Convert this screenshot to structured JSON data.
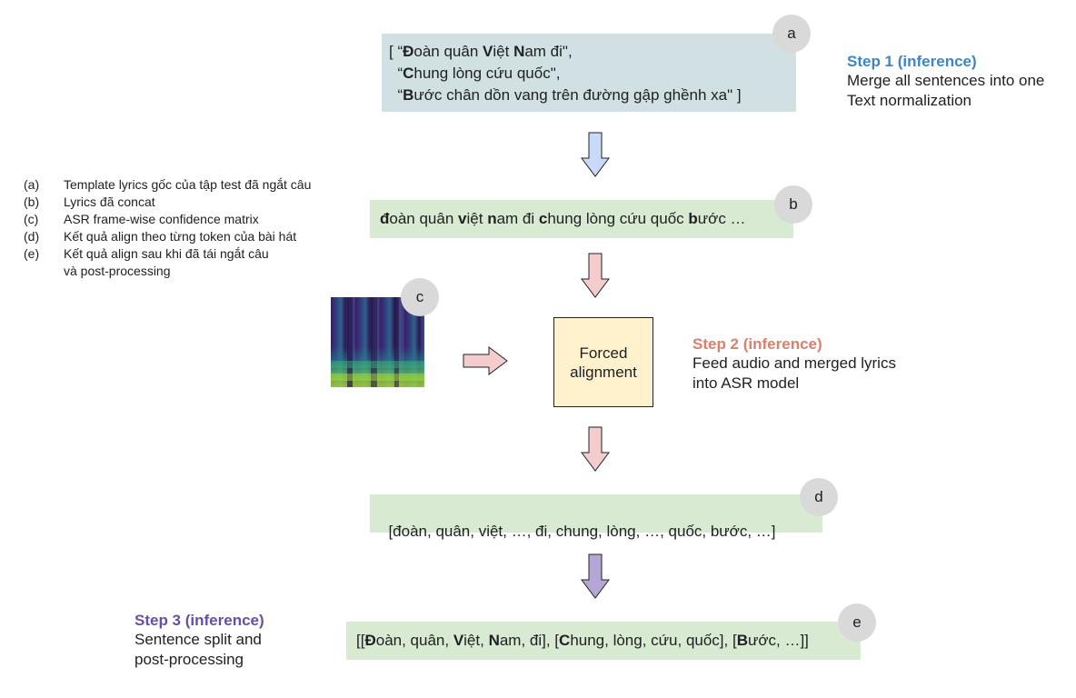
{
  "box_a": {
    "lines": [
      [
        {
          "t": "[ “"
        },
        {
          "t": "Đ",
          "b": true
        },
        {
          "t": "oàn quân "
        },
        {
          "t": "V",
          "b": true
        },
        {
          "t": "iệt "
        },
        {
          "t": "N",
          "b": true
        },
        {
          "t": "am đi\","
        }
      ],
      [
        {
          "t": "  “"
        },
        {
          "t": "C",
          "b": true
        },
        {
          "t": "hung lòng cứu quốc\","
        }
      ],
      [
        {
          "t": "  “"
        },
        {
          "t": "B",
          "b": true
        },
        {
          "t": "ước chân dồn vang trên đường gập ghềnh xa\" ]"
        }
      ]
    ],
    "badge": "a"
  },
  "box_b": {
    "segments": [
      {
        "t": "đ",
        "b": true
      },
      {
        "t": "oàn quân "
      },
      {
        "t": "v",
        "b": true
      },
      {
        "t": "iệt "
      },
      {
        "t": "n",
        "b": true
      },
      {
        "t": "am đi "
      },
      {
        "t": "c",
        "b": true
      },
      {
        "t": "hung lòng cứu quốc "
      },
      {
        "t": "b",
        "b": true
      },
      {
        "t": "ước …"
      }
    ],
    "badge": "b"
  },
  "box_c": {
    "badge": "c"
  },
  "box_fa": {
    "line1": "Forced",
    "line2": "alignment"
  },
  "box_d": {
    "text": "[đoàn, quân, việt, …, đi, chung, lòng, …, quốc, bước, …]",
    "badge": "d"
  },
  "box_e": {
    "segments": [
      {
        "t": "[["
      },
      {
        "t": "Đ",
        "b": true
      },
      {
        "t": "oàn, quân, "
      },
      {
        "t": "V",
        "b": true
      },
      {
        "t": "iệt, "
      },
      {
        "t": "N",
        "b": true
      },
      {
        "t": "am, đi], ["
      },
      {
        "t": "C",
        "b": true
      },
      {
        "t": "hung, lòng, cứu, quốc], ["
      },
      {
        "t": "B",
        "b": true
      },
      {
        "t": "ước, …]]"
      }
    ],
    "badge": "e"
  },
  "step1": {
    "title": "Step 1 (inference)",
    "line1": "Merge all sentences into one",
    "line2": "Text normalization",
    "color": "#3d85c6"
  },
  "step2": {
    "title": "Step 2 (inference)",
    "line1": "Feed audio and merged lyrics",
    "line2": "into ASR model",
    "color": "#dd7e6b"
  },
  "step3": {
    "title": "Step 3 (inference)",
    "line1": "Sentence split and",
    "line2": "post-processing",
    "color": "#674ea7"
  },
  "legend": [
    {
      "key": "(a)",
      "text": "Template lyrics gốc của tập test đã ngắt câu"
    },
    {
      "key": "(b)",
      "text": "Lyrics đã concat"
    },
    {
      "key": "(c)",
      "text": "ASR frame-wise confidence matrix"
    },
    {
      "key": "(d)",
      "text": "Kết quả align theo từng token của bài hát"
    },
    {
      "key": "(e)",
      "text": "Kết quả align sau khi đã tái ngắt câu"
    },
    {
      "key": "",
      "text": "và post-processing"
    }
  ],
  "colors": {
    "arrow_blue": "#c9daf8",
    "arrow_red": "#f4cccc",
    "arrow_purple": "#b4a7d6",
    "box_green": "#d9ead3",
    "box_blue": "#d0e0e3",
    "box_yellow": "#fff2cc"
  }
}
